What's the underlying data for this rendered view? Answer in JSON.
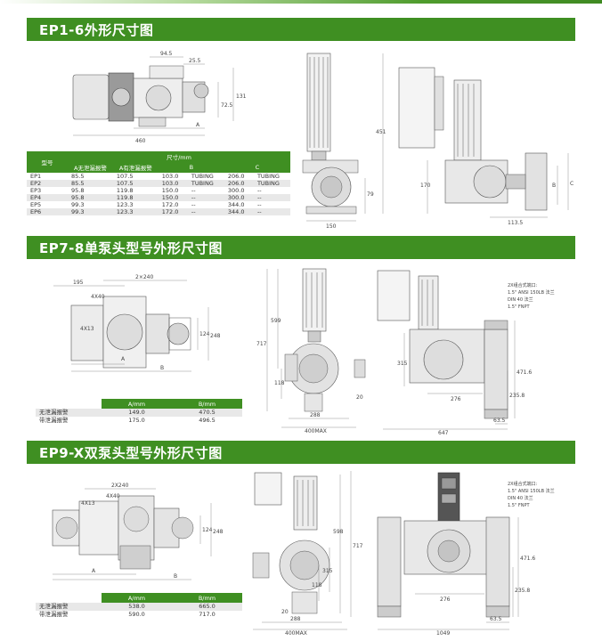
{
  "sections": [
    {
      "title": "EP1-6外形尺寸图"
    },
    {
      "title": "EP7-8单泵头型号外形尺寸图"
    },
    {
      "title": "EP9-X双泵头型号外形尺寸图"
    }
  ],
  "colors": {
    "banner": "#3f8f22",
    "table_header": "#3f8f22",
    "alt_row": "#e8e8e8"
  },
  "s1": {
    "dims_top": [
      "94.5",
      "25.5",
      "72.5",
      "131",
      "A",
      "460"
    ],
    "dims_front": [
      "451",
      "150",
      "79"
    ],
    "dims_side": [
      "170",
      "113.5",
      "B",
      "C"
    ],
    "table": {
      "model_header": "型号",
      "size_header": "尺寸/mm",
      "col_a1": "A无泄漏报警",
      "col_a2": "A有泄漏报警",
      "col_b": "B",
      "col_c": "C",
      "rows": [
        [
          "EP1",
          "85.5",
          "107.5",
          "103.0",
          "TUBING",
          "206.0",
          "TUBING"
        ],
        [
          "EP2",
          "85.5",
          "107.5",
          "103.0",
          "TUBING",
          "206.0",
          "TUBING"
        ],
        [
          "EP3",
          "95.8",
          "119.8",
          "150.0",
          "--",
          "300.0",
          "--"
        ],
        [
          "EP4",
          "95.8",
          "119.8",
          "150.0",
          "--",
          "300.0",
          "--"
        ],
        [
          "EP5",
          "99.3",
          "123.3",
          "172.0",
          "--",
          "344.0",
          "--"
        ],
        [
          "EP6",
          "99.3",
          "123.3",
          "172.0",
          "--",
          "344.0",
          "--"
        ]
      ]
    }
  },
  "s2": {
    "dims_top": [
      "195",
      "2×240",
      "4X40",
      "4X13",
      "124",
      "248",
      "A",
      "B"
    ],
    "dims_front": [
      "717",
      "599",
      "118",
      "20",
      "288",
      "400MAX"
    ],
    "dims_side": [
      "315",
      "276",
      "471.6",
      "235.8",
      "63.5",
      "647"
    ],
    "note": [
      "2X组合式端口:",
      "1.5\" ANSI 150LB 法兰",
      "DIN 40 法兰",
      "1.5\" FNPT"
    ],
    "table": {
      "col_a": "A/mm",
      "col_b": "B/mm",
      "rows": [
        [
          "无泄漏报警",
          "149.0",
          "470.5"
        ],
        [
          "带泄漏报警",
          "175.0",
          "496.5"
        ]
      ]
    }
  },
  "s3": {
    "dims_top": [
      "2X240",
      "4X40",
      "4X13",
      "124",
      "248",
      "A",
      "B"
    ],
    "dims_front": [
      "598",
      "717",
      "315",
      "118",
      "20",
      "288",
      "400MAX"
    ],
    "dims_side": [
      "276",
      "471.6",
      "235.8",
      "63.5",
      "1049"
    ],
    "note": [
      "2X组合式端口:",
      "1.5\" ANSI 150LB 法兰",
      "DIN 40 法兰",
      "1.5\" FNPT"
    ],
    "table": {
      "col_a": "A/mm",
      "col_b": "B/mm",
      "rows": [
        [
          "无泄漏报警",
          "538.0",
          "665.0"
        ],
        [
          "带泄漏报警",
          "590.0",
          "717.0"
        ]
      ]
    }
  }
}
